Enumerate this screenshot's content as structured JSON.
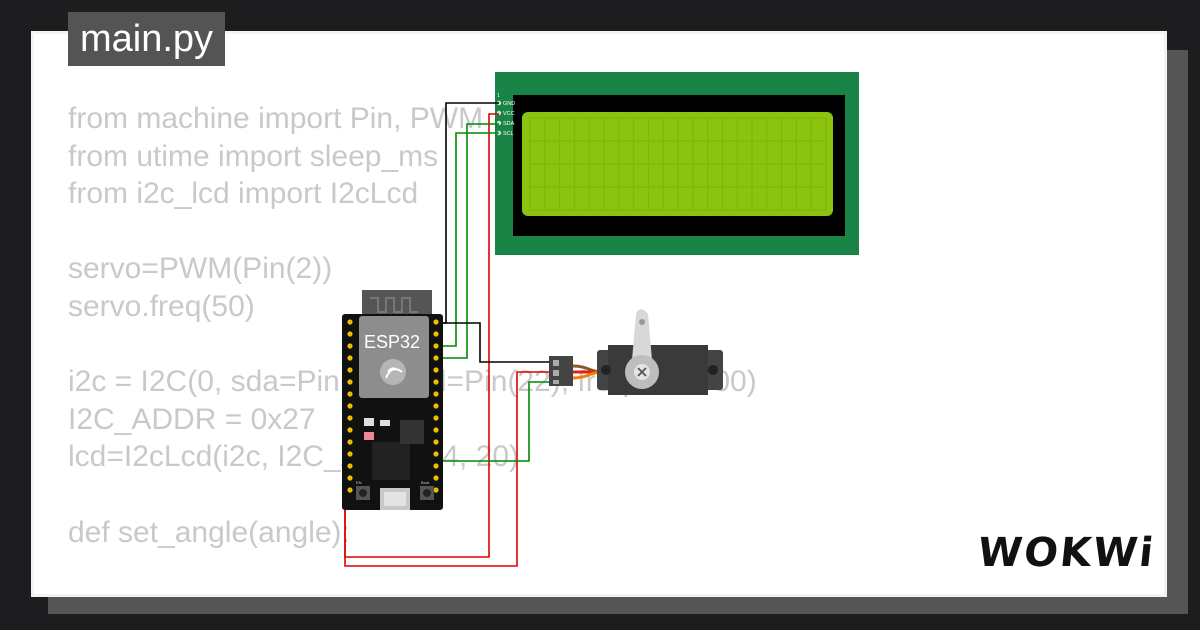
{
  "tab": {
    "filename": "main.py"
  },
  "code": {
    "lines": [
      "from machine import Pin, PWM",
      "from utime import sleep_ms",
      "from i2c_lcd import I2cLcd",
      "",
      "servo=PWM(Pin(2))",
      "servo.freq(50)",
      "",
      "i2c = I2C(0, sda=Pin(21), scl=Pin(22), freq=400000)",
      "I2C_ADDR = 0x27",
      "lcd=I2cLcd(i2c, I2C_ADDR, 4, 20)",
      "",
      "def set_angle(angle):"
    ]
  },
  "lcd": {
    "pin_labels": [
      "GND",
      "VCC",
      "SDA",
      "SCL"
    ],
    "pin_one_marker": "1",
    "colors": {
      "board": "#1a8446",
      "screen": "#8cc30f",
      "bezel": "#000000"
    }
  },
  "esp32": {
    "label": "ESP32",
    "buttons": [
      "EN",
      "Boot"
    ]
  },
  "servo": {
    "icon": "servo-icon"
  },
  "wires": {
    "gnd": "#000000",
    "vcc": "#e00000",
    "signal": "#008a00"
  },
  "brand": {
    "name": "WOKWi"
  }
}
